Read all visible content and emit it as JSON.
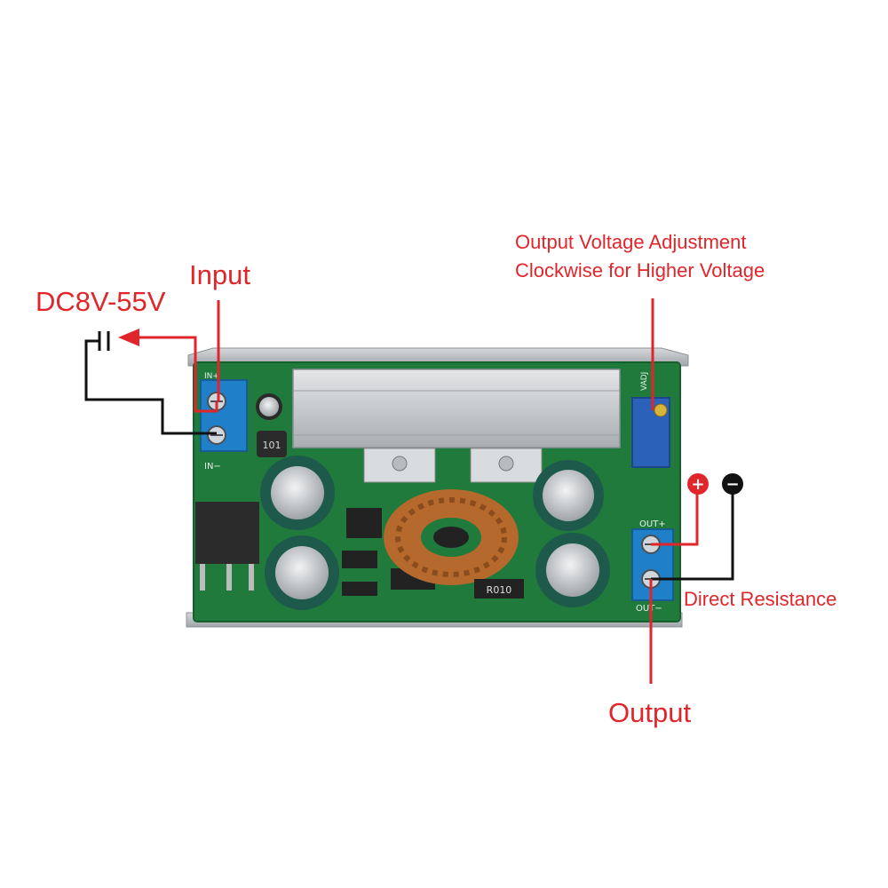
{
  "labels": {
    "input": "Input",
    "input_range": "DC8V-55V",
    "adjust_line1": "Output Voltage Adjustment",
    "adjust_line2": "Clockwise for Higher Voltage",
    "direct_resistance": "Direct Resistance",
    "output": "Output"
  },
  "polarity": {
    "positive": "+",
    "negative": "−"
  },
  "board_markings": {
    "in_pos": "IN+",
    "in_neg": "IN−",
    "vadj": "VADJ",
    "out_pos": "OUT+",
    "out_neg": "OUT−",
    "inductor_code": "101",
    "resistor_code": "R010"
  },
  "colors": {
    "annotation": "#e0262b",
    "wire": "#111111",
    "pcb": "#1f7a3c",
    "terminal": "#1f7fc8",
    "heatsink": "#c8ccd0"
  }
}
